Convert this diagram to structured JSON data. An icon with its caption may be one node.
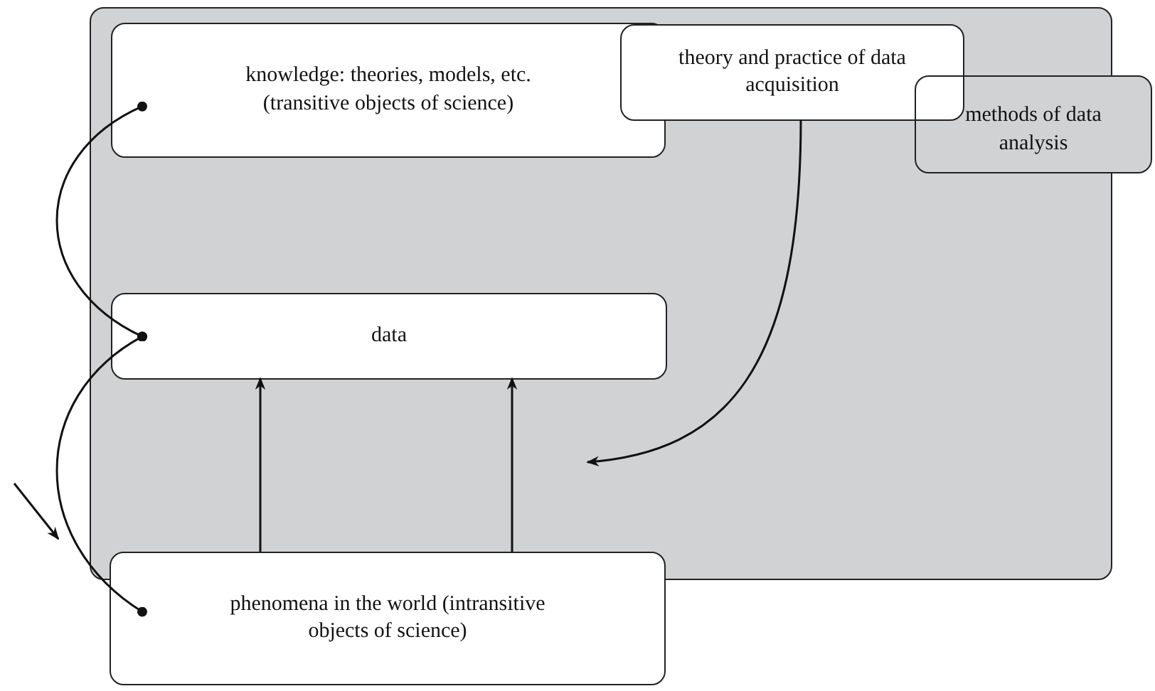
{
  "diagram": {
    "nodes": [
      {
        "text": [],
        "shape": "box"
      },
      {
        "text": [
          "knowledge: theories, models, etc. (transitive objects of science)"
        ],
        "in": 0
      },
      {
        "text": [
          "theory and practice of data acquisition"
        ],
        "in": 0
      },
      {
        "text": [
          "methods of data analysis"
        ]
      },
      {
        "text": [
          "data"
        ],
        "in": 0
      },
      {
        "text": [
          "phenomena in the world (intransitive objects of science)"
        ]
      }
    ],
    "edges": [
      {
        "from": 1,
        "to": 4,
        "arrow": "other"
      },
      {
        "from": 4,
        "to": 5,
        "arrow": "other"
      },
      {
        "from": 5,
        "to": 4,
        "arrow": "to"
      },
      {
        "from": 5,
        "to": 4,
        "arrow": "to"
      },
      {
        "from": 2,
        "to": null,
        "arrow": "to"
      }
    ]
  }
}
